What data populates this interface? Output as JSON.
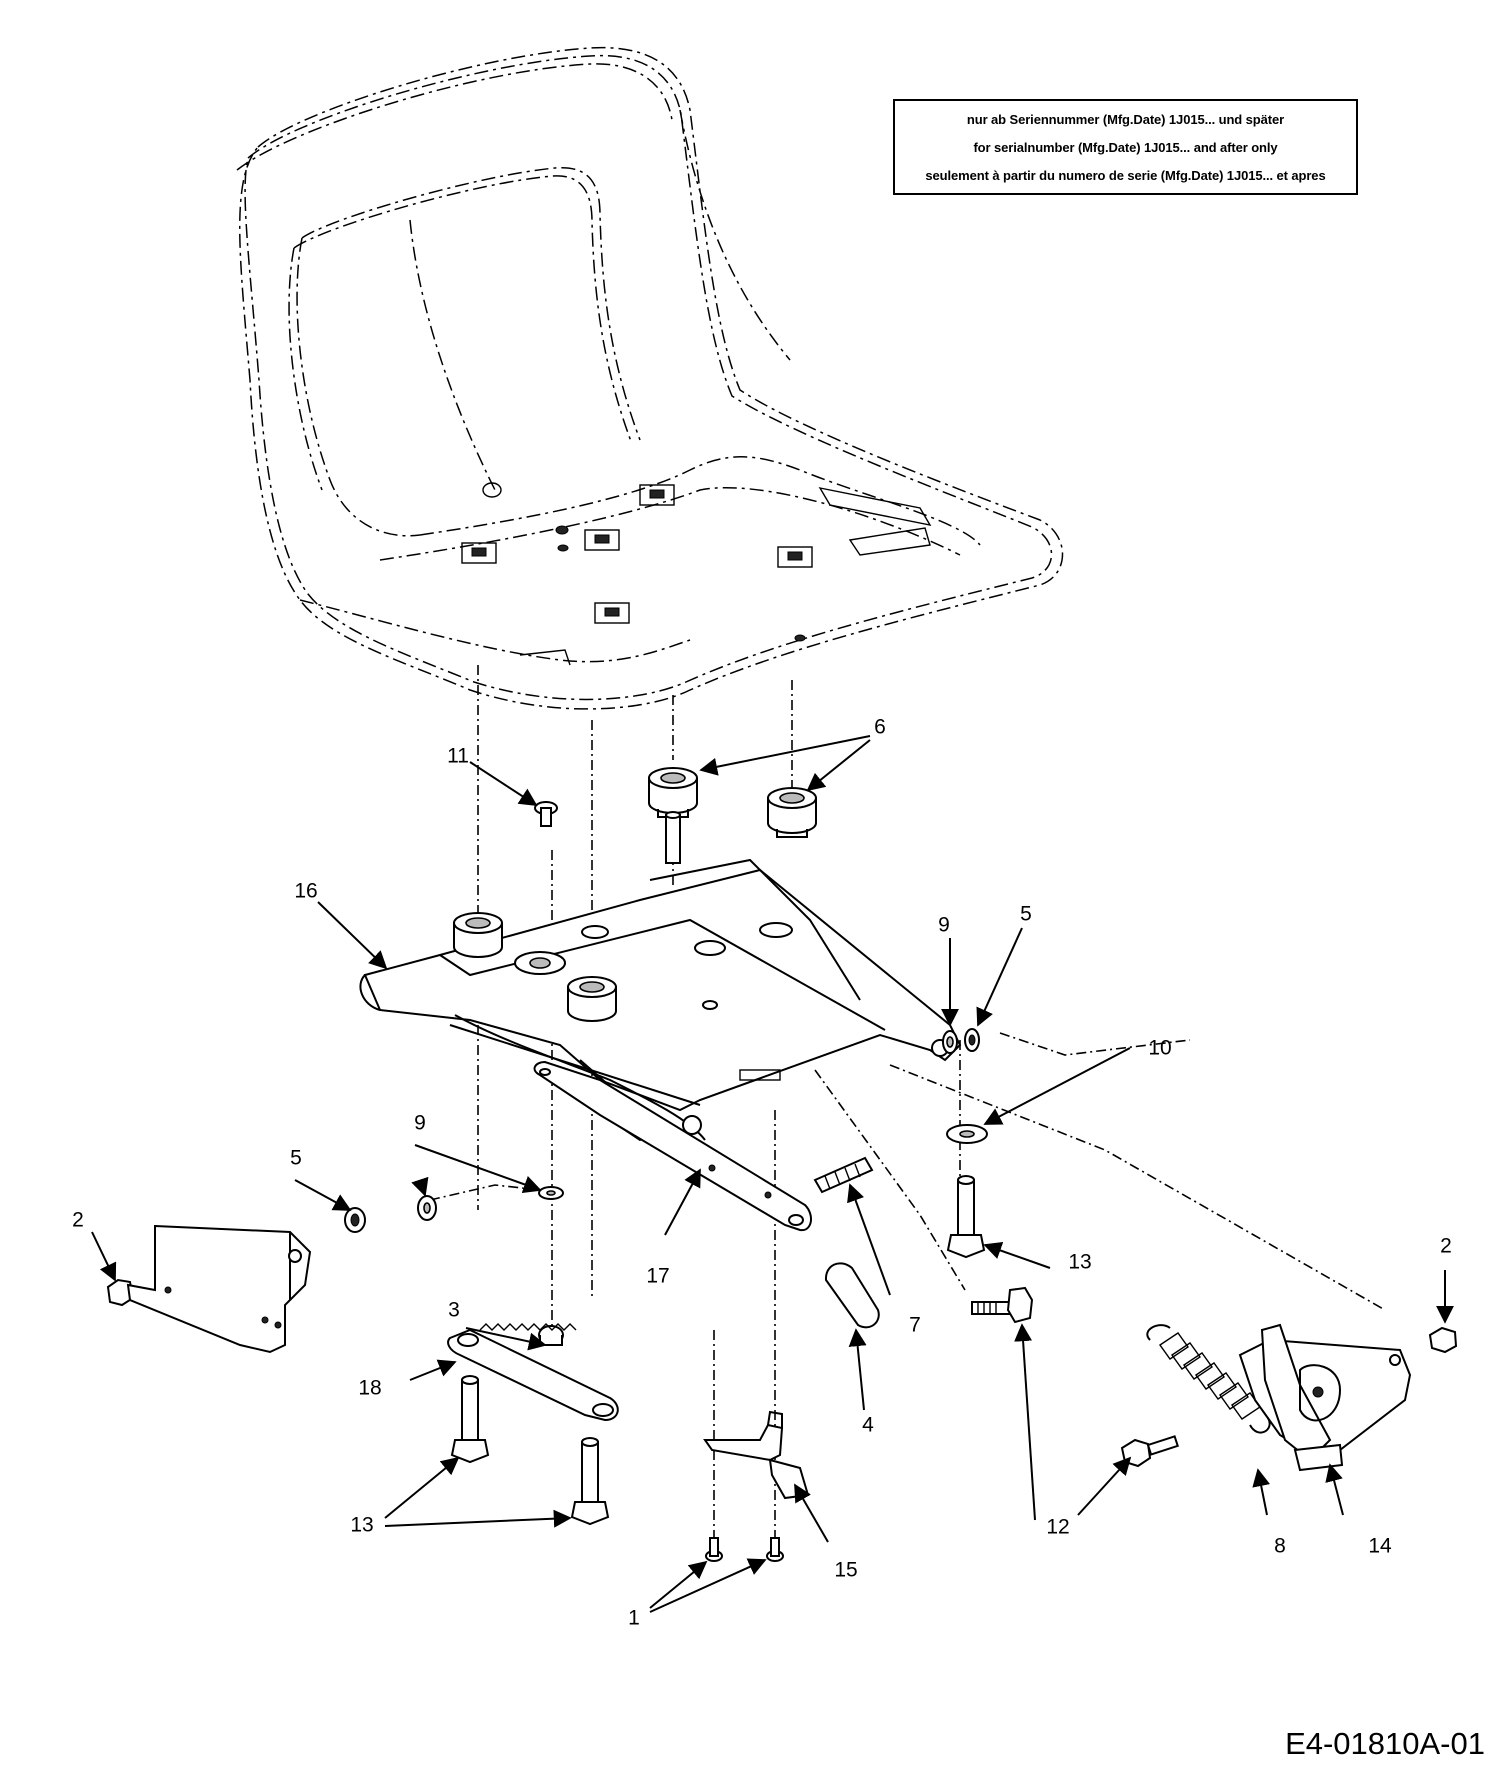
{
  "note": {
    "line_de": "nur ab Seriennummer (Mfg.Date) 1J015... und später",
    "line_en": "for serialnumber (Mfg.Date) 1J015... and after only",
    "line_fr": "seulement à partir du numero de serie (Mfg.Date) 1J015... et apres"
  },
  "callouts": {
    "c1": "1",
    "c2a": "2",
    "c2b": "2",
    "c3": "3",
    "c4": "4",
    "c5a": "5",
    "c5b": "5",
    "c6": "6",
    "c7": "7",
    "c8": "8",
    "c9a": "9",
    "c9b": "9",
    "c10": "10",
    "c11": "11",
    "c12": "12",
    "c13a": "13",
    "c13b": "13",
    "c14": "14",
    "c15": "15",
    "c16": "16",
    "c17": "17",
    "c18": "18"
  },
  "drawing_id": "E4-01810A-01"
}
